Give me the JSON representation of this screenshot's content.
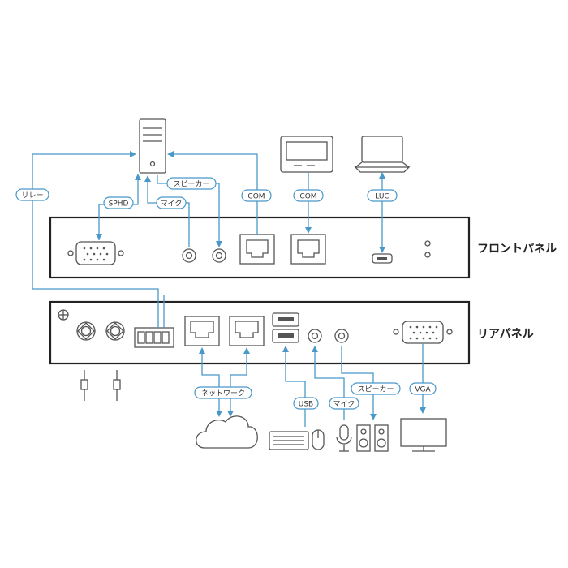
{
  "panels": {
    "front": {
      "title": "フロントパネル"
    },
    "rear": {
      "title": "リアパネル"
    }
  },
  "labels": {
    "relay": "リレー",
    "sphd": "SPHD",
    "mic_front": "マイク",
    "speaker_front": "スピーカー",
    "com_left": "COM",
    "com_right": "COM",
    "luc": "LUC",
    "network": "ネットワーク",
    "usb": "USB",
    "mic_rear": "マイク",
    "speaker_rear": "スピーカー",
    "vga": "VGA"
  },
  "colors": {
    "wire": "#4a98c9",
    "device_outline": "#555555",
    "panel_outline": "#222222"
  },
  "icons": [
    "computer-tower-icon",
    "monitor-icon",
    "laptop-icon",
    "cloud-icon",
    "keyboard-icon",
    "mouse-icon",
    "microphone-icon",
    "speaker-icon",
    "display-icon",
    "audio-plug-icon",
    "ground-icon"
  ]
}
